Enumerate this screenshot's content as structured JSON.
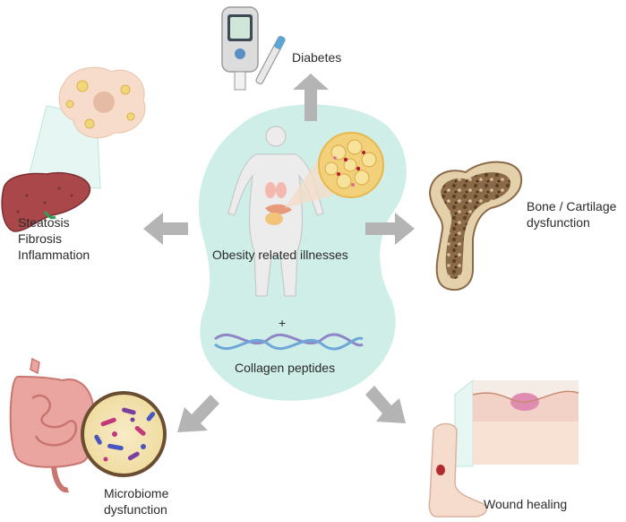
{
  "center": {
    "label": "Obesity related illnesses",
    "plus": "+",
    "treatment": "Collagen peptides"
  },
  "outcomes": {
    "diabetes": "Diabetes",
    "liver": [
      "Steatosis",
      "Fibrosis",
      "Inflammation"
    ],
    "bone": [
      "Bone / Cartilage",
      "dysfunction"
    ],
    "microbiome": [
      "Microbiome",
      "dysfunction"
    ],
    "wound": "Wound healing"
  },
  "colors": {
    "blob": "#cfeee8",
    "arrow": "#b4b4b4",
    "liver": "#a9474a",
    "bone": "#8b6a48",
    "gut": "#e59a98",
    "skin": "#f2d2c6",
    "dna_a": "#8f86c6",
    "dna_b": "#6fa6d8"
  }
}
